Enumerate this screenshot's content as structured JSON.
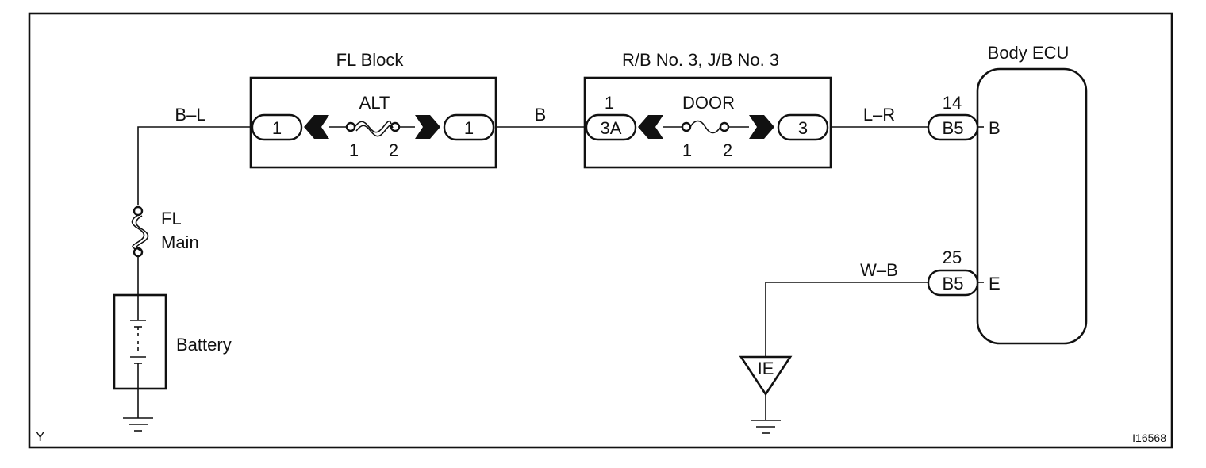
{
  "diagram": {
    "frame_corner_code": "Y",
    "figure_id": "I16568",
    "fl_block": {
      "title": "FL Block",
      "fuse_name": "ALT",
      "left_connector": "1",
      "right_connector": "1",
      "fuse_pin_left": "1",
      "fuse_pin_right": "2"
    },
    "relay_block": {
      "title": "R/B No. 3, J/B No. 3",
      "fuse_name": "DOOR",
      "left_pin_number": "1",
      "left_connector": "3A",
      "right_connector": "3",
      "fuse_pin_left": "1",
      "fuse_pin_right": "2"
    },
    "body_ecu": {
      "title": "Body ECU",
      "terminal_b": {
        "pin_number": "14",
        "connector": "B5",
        "name": "B"
      },
      "terminal_e": {
        "pin_number": "25",
        "connector": "B5",
        "name": "E"
      }
    },
    "wires": {
      "battery_to_fl_block": "B–L",
      "fl_block_to_relay_block": "B",
      "relay_block_to_ecu": "L–R",
      "ecu_to_ground": "W–B"
    },
    "fl_main_fuse": {
      "line1": "FL",
      "line2": "Main"
    },
    "battery": {
      "label": "Battery"
    },
    "ground_point": {
      "code": "IE"
    }
  }
}
